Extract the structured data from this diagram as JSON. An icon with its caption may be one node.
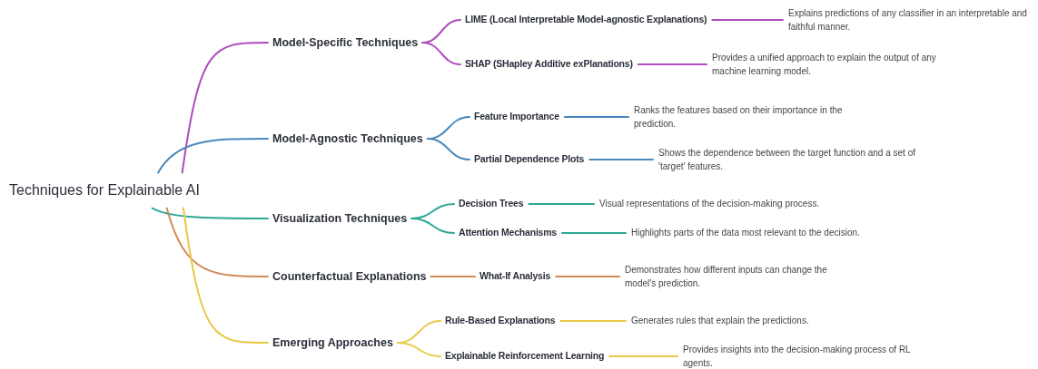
{
  "diagram": {
    "nodes": [
      {
        "text": [
          "Techniques for Explainable AI"
        ]
      },
      {
        "text": [
          "Model-Specific Techniques"
        ]
      },
      {
        "text": [
          "LIME (Local Interpretable Model-agnostic Explanations)"
        ]
      },
      {
        "text": [
          "Explains predictions of any classifier in an interpretable and faithful manner."
        ]
      },
      {
        "text": [
          "SHAP (SHapley Additive exPlanations)"
        ]
      },
      {
        "text": [
          "Provides a unified approach to explain the output of any machine learning model."
        ]
      },
      {
        "text": [
          "Model-Agnostic Techniques"
        ]
      },
      {
        "text": [
          "Feature Importance"
        ]
      },
      {
        "text": [
          "Ranks the features based on their importance in the prediction."
        ]
      },
      {
        "text": [
          "Partial Dependence Plots"
        ]
      },
      {
        "text": [
          "Shows the dependence between the target function and a set of 'target' features."
        ]
      },
      {
        "text": [
          "Visualization Techniques"
        ]
      },
      {
        "text": [
          "Decision Trees"
        ]
      },
      {
        "text": [
          "Visual representations of the decision-making process."
        ]
      },
      {
        "text": [
          "Attention Mechanisms"
        ]
      },
      {
        "text": [
          "Highlights parts of the data most relevant to the decision."
        ]
      },
      {
        "text": [
          "Counterfactual Explanations"
        ]
      },
      {
        "text": [
          "What-If Analysis"
        ]
      },
      {
        "text": [
          "Demonstrates how different inputs can change the model's prediction."
        ]
      },
      {
        "text": [
          "Emerging Approaches"
        ]
      },
      {
        "text": [
          "Rule-Based Explanations"
        ]
      },
      {
        "text": [
          "Generates rules that explain the predictions."
        ]
      },
      {
        "text": [
          "Explainable Reinforcement Learning"
        ]
      },
      {
        "text": [
          "Provides insights into the decision-making process of RL agents."
        ]
      }
    ],
    "edges": [
      {
        "from": 0,
        "to": 1,
        "arrow": "none",
        "color": "#b04cbf"
      },
      {
        "from": 1,
        "to": 2,
        "arrow": "none",
        "color": "#b04cbf"
      },
      {
        "from": 2,
        "to": 3,
        "arrow": "none",
        "color": "#b04cbf"
      },
      {
        "from": 1,
        "to": 4,
        "arrow": "none",
        "color": "#b04cbf"
      },
      {
        "from": 4,
        "to": 5,
        "arrow": "none",
        "color": "#b04cbf"
      },
      {
        "from": 0,
        "to": 6,
        "arrow": "none",
        "color": "#4a88bb"
      },
      {
        "from": 6,
        "to": 7,
        "arrow": "none",
        "color": "#4a88bb"
      },
      {
        "from": 7,
        "to": 8,
        "arrow": "none",
        "color": "#4a88bb"
      },
      {
        "from": 6,
        "to": 9,
        "arrow": "none",
        "color": "#4a88bb"
      },
      {
        "from": 9,
        "to": 10,
        "arrow": "none",
        "color": "#4a88bb"
      },
      {
        "from": 0,
        "to": 11,
        "arrow": "none",
        "color": "#2ea796"
      },
      {
        "from": 11,
        "to": 12,
        "arrow": "none",
        "color": "#2ea796"
      },
      {
        "from": 12,
        "to": 13,
        "arrow": "none",
        "color": "#2ea796"
      },
      {
        "from": 11,
        "to": 14,
        "arrow": "none",
        "color": "#2ea796"
      },
      {
        "from": 14,
        "to": 15,
        "arrow": "none",
        "color": "#2ea796"
      },
      {
        "from": 0,
        "to": 16,
        "arrow": "none",
        "color": "#d08a5a"
      },
      {
        "from": 16,
        "to": 17,
        "arrow": "none",
        "color": "#d08a5a"
      },
      {
        "from": 17,
        "to": 18,
        "arrow": "none",
        "color": "#d08a5a"
      },
      {
        "from": 0,
        "to": 19,
        "arrow": "none",
        "color": "#e9c944"
      },
      {
        "from": 19,
        "to": 20,
        "arrow": "none",
        "color": "#e9c944"
      },
      {
        "from": 20,
        "to": 21,
        "arrow": "none",
        "color": "#e9c944"
      },
      {
        "from": 19,
        "to": 22,
        "arrow": "none",
        "color": "#e9c944"
      },
      {
        "from": 22,
        "to": 23,
        "arrow": "none",
        "color": "#e9c944"
      }
    ]
  }
}
